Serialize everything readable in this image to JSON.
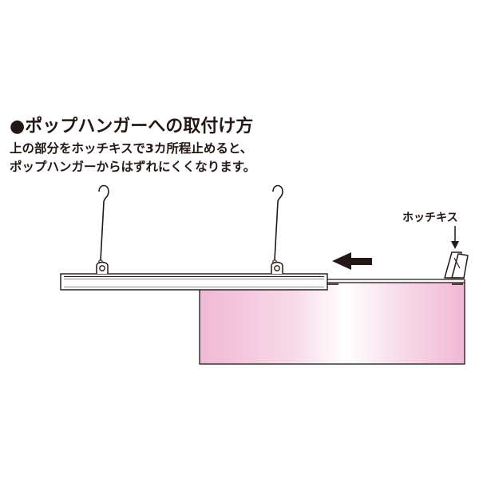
{
  "heading": "●ポップハンガーへの取付け方",
  "description": {
    "line1": "上の部分をホッチキスで3カ所程止めると、",
    "line2": "ポップハンガーからはずれにくくなります。"
  },
  "stapler_label": "ホッチキス",
  "colors": {
    "ink": "#231815",
    "sign_pink": "#f0b8d4",
    "sign_white": "#ffffff"
  },
  "icons": {
    "hook": "s-hook",
    "clip": "ring-clip",
    "arrow": "left-arrow",
    "pointer": "down-arrow",
    "stapler": "stapler"
  }
}
